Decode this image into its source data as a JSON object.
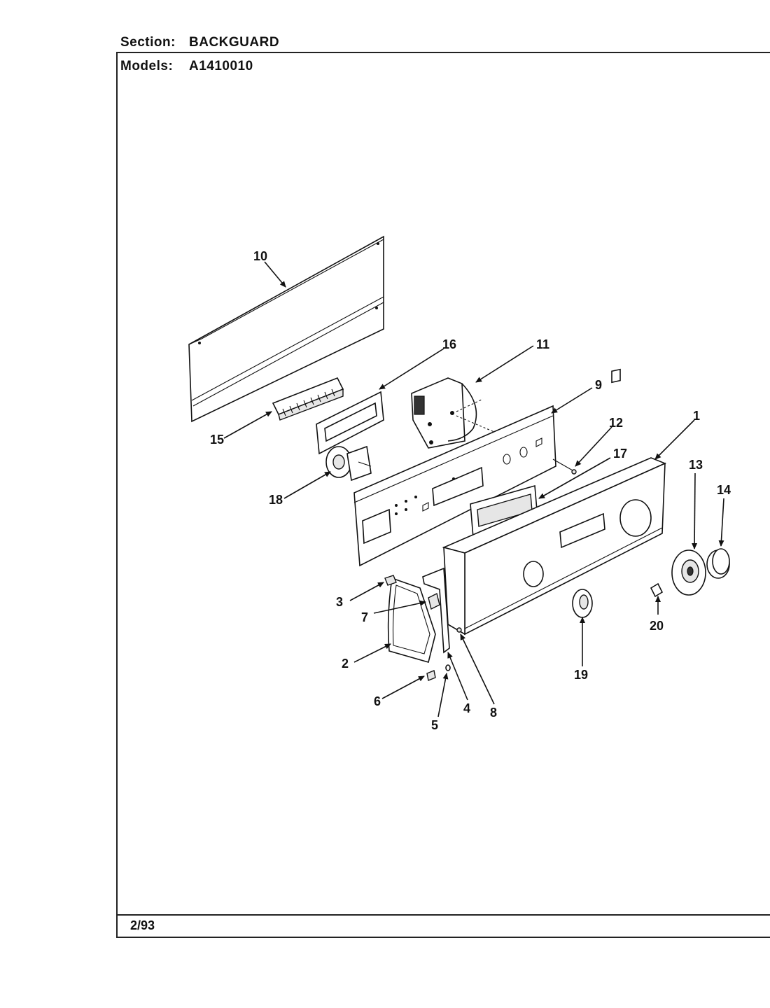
{
  "header": {
    "section_label": "Section:",
    "section_value": "BACKGUARD",
    "models_label": "Models:",
    "models_value": "A1410010"
  },
  "footer": {
    "date": "2/93"
  },
  "callouts": [
    "1",
    "2",
    "3",
    "4",
    "5",
    "6",
    "7",
    "8",
    "9",
    "10",
    "11",
    "12",
    "13",
    "14",
    "15",
    "16",
    "17",
    "18",
    "19",
    "20"
  ]
}
